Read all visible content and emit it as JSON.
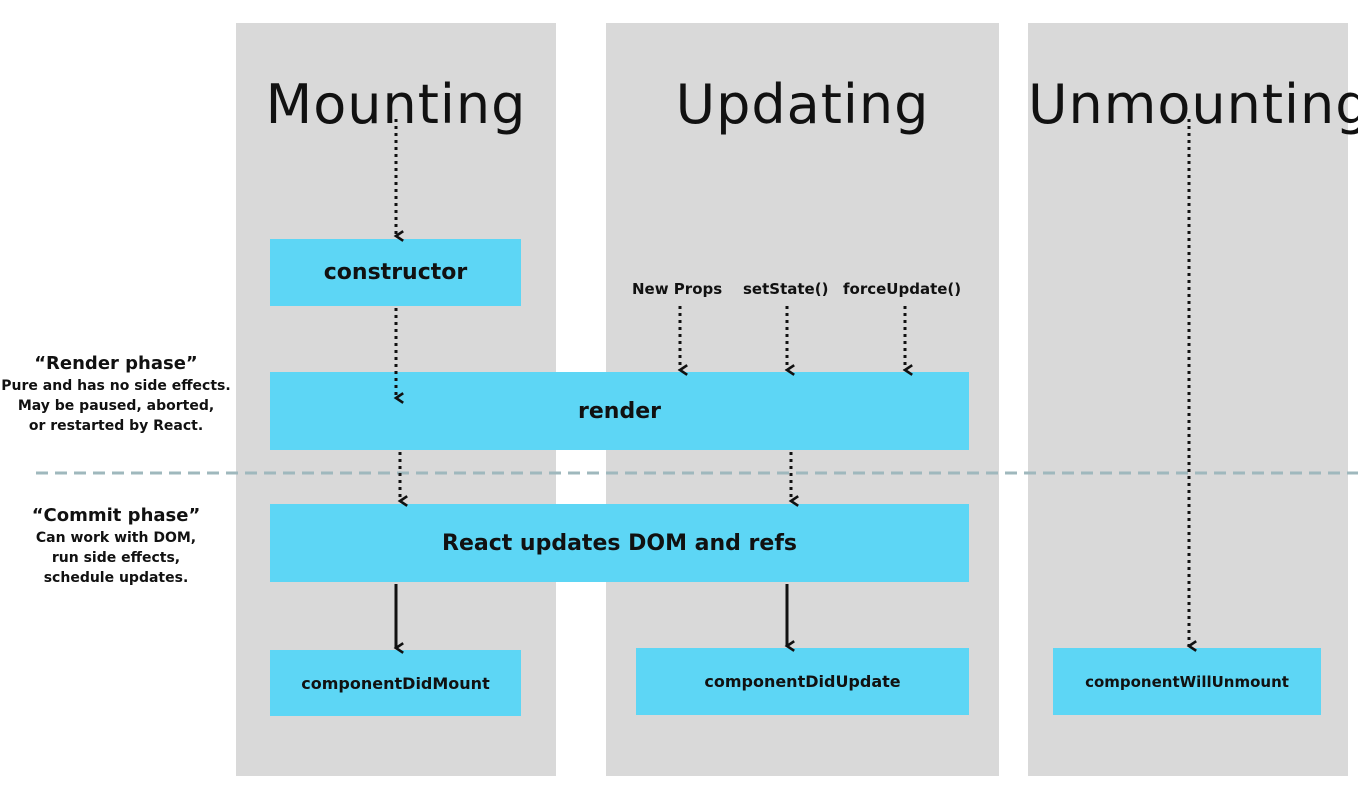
{
  "columns": {
    "mounting": "Mounting",
    "updating": "Updating",
    "unmounting": "Unmounting"
  },
  "boxes": {
    "constructor": "constructor",
    "render": "render",
    "react_updates": "React updates DOM and refs",
    "did_mount": "componentDidMount",
    "did_update": "componentDidUpdate",
    "will_unmount": "componentWillUnmount"
  },
  "triggers": {
    "new_props": "New Props",
    "set_state": "setState()",
    "force_update": "forceUpdate()"
  },
  "phases": {
    "render": {
      "title": "“Render phase”",
      "lines": [
        "Pure and has no side effects.",
        "May be paused, aborted,",
        "or restarted by React."
      ]
    },
    "commit": {
      "title": "“Commit phase”",
      "lines": [
        "Can work with DOM,",
        "run side effects,",
        "schedule updates."
      ]
    }
  },
  "colors": {
    "column_bg": "#d9d9d9",
    "box_fill": "#5dd6f5",
    "divider": "#9fb8bd",
    "arrow": "#111111"
  }
}
